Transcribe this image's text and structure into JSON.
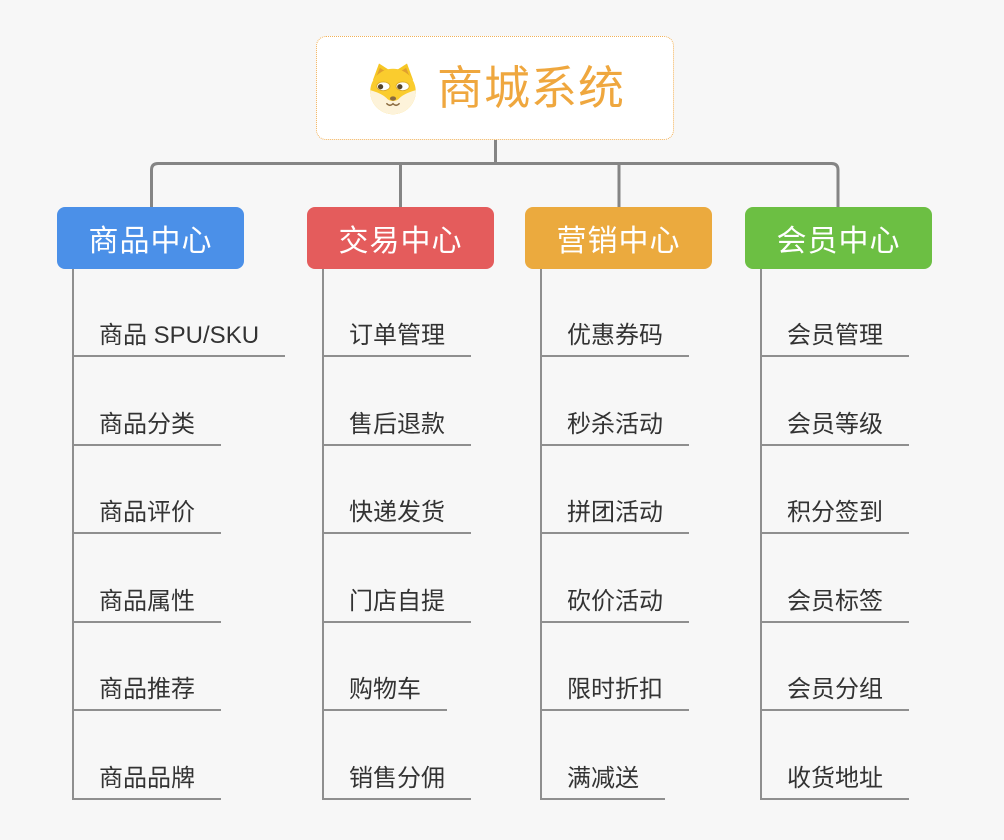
{
  "root": {
    "title": "商城系统",
    "icon": "doge-icon",
    "text_color": "#EFA73E",
    "border_color": "#F2B157"
  },
  "branches": [
    {
      "label": "商品中心",
      "color": "#4B90E8",
      "items": [
        "商品 SPU/SKU",
        "商品分类",
        "商品评价",
        "商品属性",
        "商品推荐",
        "商品品牌"
      ]
    },
    {
      "label": "交易中心",
      "color": "#E45C5C",
      "items": [
        "订单管理",
        "售后退款",
        "快递发货",
        "门店自提",
        "购物车",
        "销售分佣"
      ]
    },
    {
      "label": "营销中心",
      "color": "#EBAA3E",
      "items": [
        "优惠券码",
        "秒杀活动",
        "拼团活动",
        "砍价活动",
        "限时折扣",
        "满减送"
      ]
    },
    {
      "label": "会员中心",
      "color": "#6CBF43",
      "items": [
        "会员管理",
        "会员等级",
        "积分签到",
        "会员标签",
        "会员分组",
        "收货地址"
      ]
    }
  ],
  "colors": {
    "background": "#F7F7F7",
    "connector": "#858585",
    "sub_line": "#8F8F8F",
    "sub_text": "#333333"
  }
}
